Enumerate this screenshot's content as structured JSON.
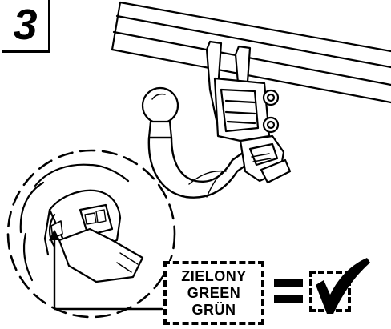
{
  "step": {
    "number": "3"
  },
  "wire_color_label": {
    "lines": [
      "ZIELONY",
      "GREEN",
      "GRÜN"
    ]
  },
  "result": {
    "symbol": "=",
    "mark": "check-mark-icon"
  },
  "colors": {
    "ink": "#000000",
    "paper": "#ffffff"
  }
}
